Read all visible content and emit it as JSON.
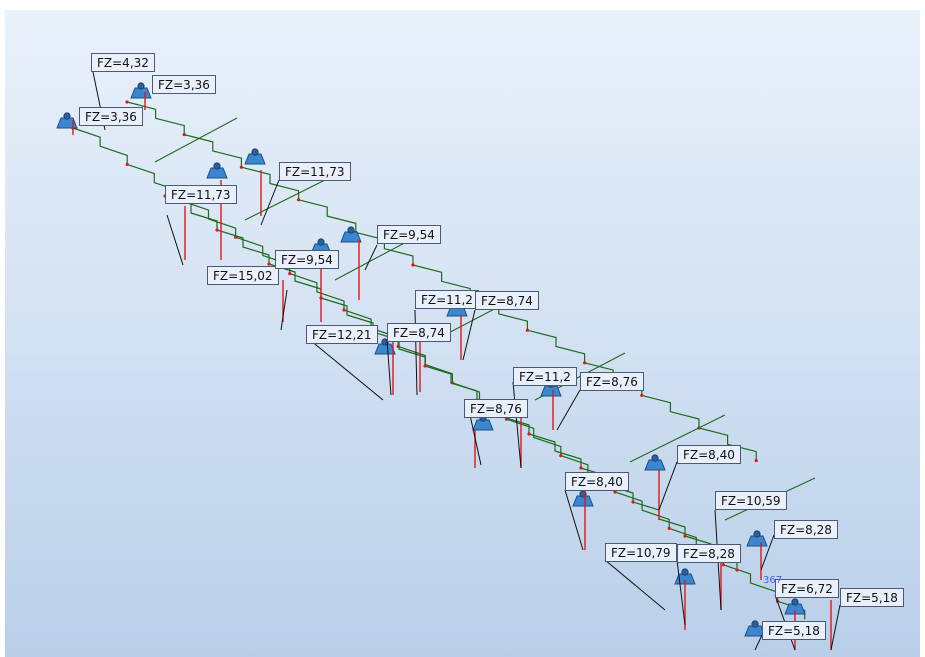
{
  "view": {
    "background_top": "#e9f1fb",
    "background_bottom": "#b9cfe9",
    "member_color": "#1e6b1e",
    "reaction_color": "#e01818",
    "support_color": "#3a86cf"
  },
  "reactions": [
    {
      "id": "r1",
      "label": "FZ=4,32"
    },
    {
      "id": "r2",
      "label": "FZ=3,36"
    },
    {
      "id": "r3",
      "label": "FZ=3,36"
    },
    {
      "id": "r4",
      "label": "FZ=11,73"
    },
    {
      "id": "r5",
      "label": "FZ=11,73"
    },
    {
      "id": "r6",
      "label": "FZ=9,54"
    },
    {
      "id": "r7",
      "label": "FZ=15,02"
    },
    {
      "id": "r8",
      "label": "FZ=9,54"
    },
    {
      "id": "r9",
      "label": "FZ=11,2"
    },
    {
      "id": "r10",
      "label": "FZ=8,74"
    },
    {
      "id": "r11",
      "label": "FZ=12,21"
    },
    {
      "id": "r12",
      "label": "FZ=8,74"
    },
    {
      "id": "r13",
      "label": "FZ=11,2"
    },
    {
      "id": "r14",
      "label": "FZ=8,76"
    },
    {
      "id": "r15",
      "label": "FZ=8,76"
    },
    {
      "id": "r16",
      "label": "FZ=8,40"
    },
    {
      "id": "r17",
      "label": "FZ=8,40"
    },
    {
      "id": "r18",
      "label": "FZ=10,59"
    },
    {
      "id": "r19",
      "label": "FZ=8,28"
    },
    {
      "id": "r20",
      "label": "FZ=10,79"
    },
    {
      "id": "r21",
      "label": "FZ=8,28"
    },
    {
      "id": "r22",
      "label": "FZ=6,72"
    },
    {
      "id": "r23",
      "label": "FZ=5,18"
    },
    {
      "id": "r24",
      "label": "FZ=5,18"
    }
  ],
  "node_number": "367"
}
